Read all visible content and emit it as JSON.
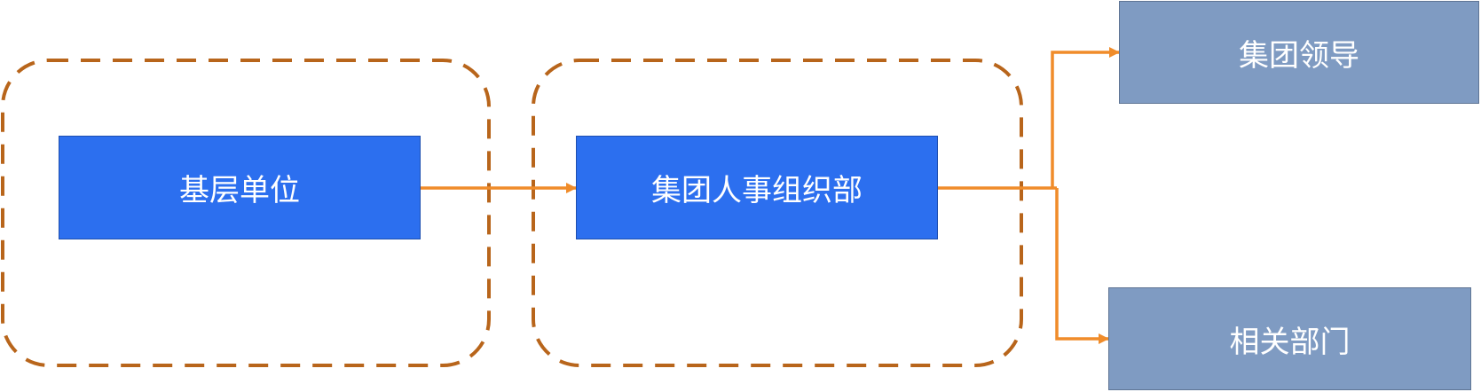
{
  "nodes": {
    "basic_unit": "基层单位",
    "hr_org_dept": "集团人事组织部",
    "group_leaders": "集团领导",
    "related_depts": "相关部门"
  },
  "colors": {
    "process_box": "#2c6fef",
    "target_box": "#7f9bc2",
    "arrow": "#f08c2a",
    "dashed_group": "#b8651b"
  }
}
